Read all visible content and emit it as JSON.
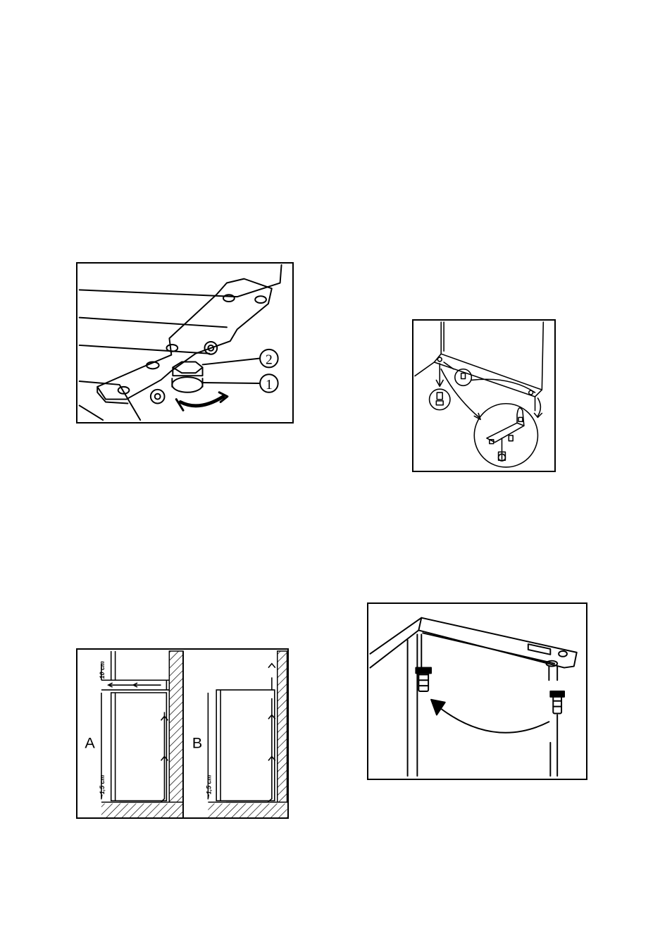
{
  "figure1": {
    "callout_1": "1",
    "callout_2": "2"
  },
  "figure3": {
    "label_a": "A",
    "label_b": "B",
    "dim_top_a": "10 cm",
    "dim_bottom_a": "~1,5 cm",
    "dim_bottom_b": "~1,5 cm"
  }
}
